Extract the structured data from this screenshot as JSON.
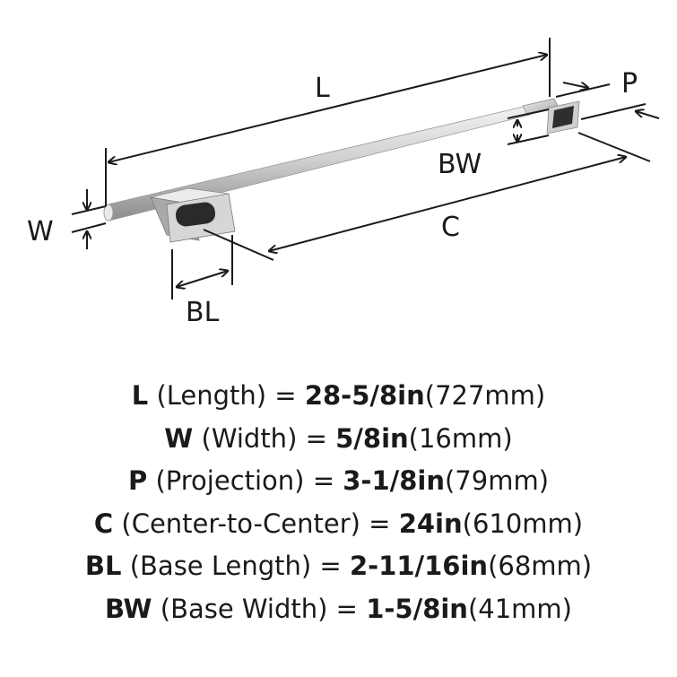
{
  "diagram": {
    "labels": {
      "L": "L",
      "W": "W",
      "P": "P",
      "BW": "BW",
      "C": "C",
      "BL": "BL"
    },
    "colors": {
      "metal_light": "#e6e6e6",
      "metal_mid": "#b5b5b5",
      "metal_dark": "#7a7a7a",
      "insert": "#2a2a2a",
      "line": "#1a1a1a"
    }
  },
  "specs": [
    {
      "code": "L",
      "name": "(Length) = ",
      "imperial": "28-5/8in",
      "metric": "(727mm)"
    },
    {
      "code": "W",
      "name": "(Width) = ",
      "imperial": "5/8in",
      "metric": "(16mm)"
    },
    {
      "code": "P",
      "name": "(Projection) = ",
      "imperial": "3-1/8in",
      "metric": "(79mm)"
    },
    {
      "code": "C",
      "name": "(Center-to-Center) = ",
      "imperial": "24in",
      "metric": "(610mm)"
    },
    {
      "code": "BL",
      "name": "(Base Length) = ",
      "imperial": "2-11/16in",
      "metric": "(68mm)"
    },
    {
      "code": "BW",
      "name": "(Base Width) = ",
      "imperial": "1-5/8in",
      "metric": "(41mm)"
    }
  ]
}
